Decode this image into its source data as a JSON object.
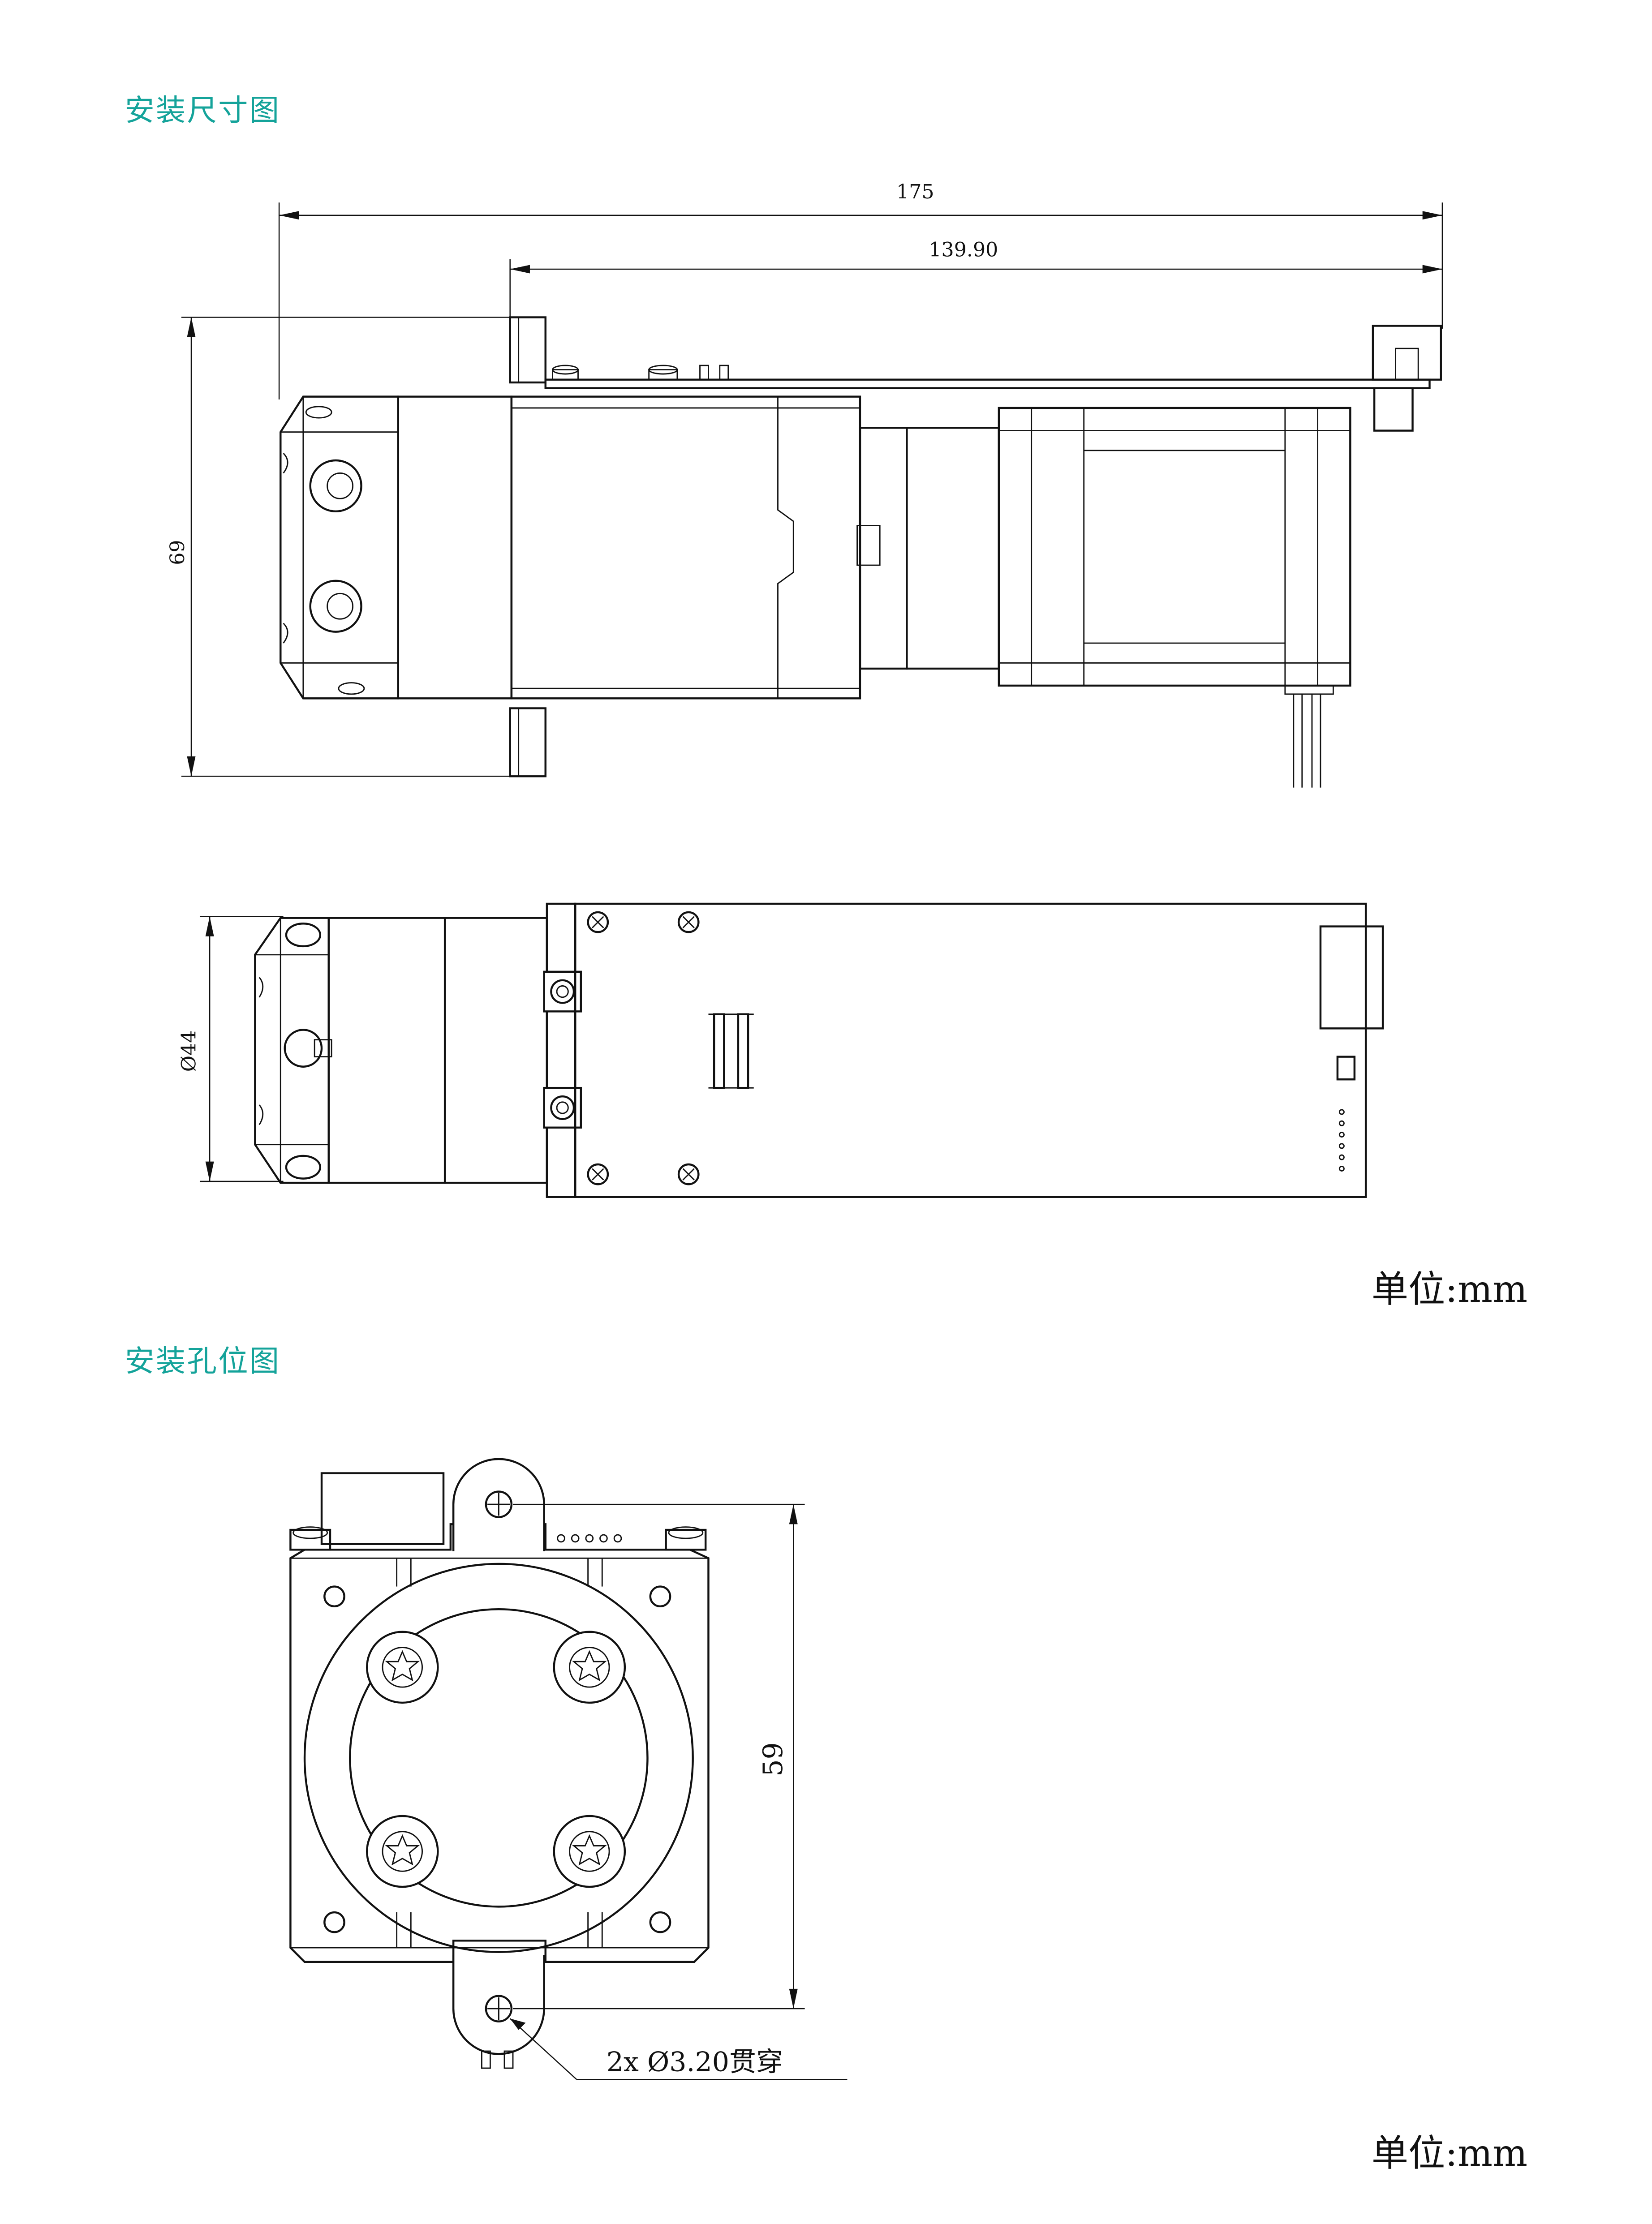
{
  "sections": {
    "mounting_dimensions_title": "安装尺寸图",
    "mounting_holes_title": "安装孔位图"
  },
  "dimensions": {
    "overall_length": "175",
    "body_length": "139.90",
    "height": "69",
    "diameter": "Ø44",
    "hole_spacing": "59",
    "hole_callout": "2x Ø3.20贯穿"
  },
  "units": {
    "unit_label_top": "单位:mm",
    "unit_label_bottom": "单位:mm"
  },
  "colors": {
    "heading": "#14a39a",
    "line": "#111111"
  }
}
